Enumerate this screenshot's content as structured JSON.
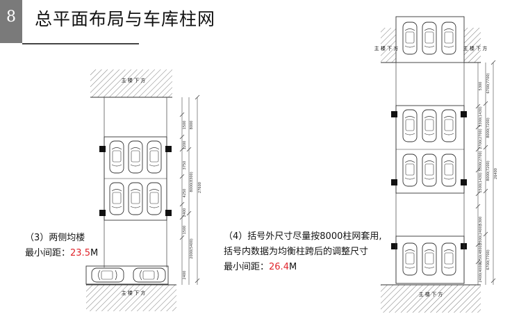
{
  "header": {
    "slide_number": "8",
    "title": "总平面布局与车库柱网"
  },
  "left_plan": {
    "building_label_top": "主 楼 下 方",
    "building_label_bottom": "主 楼 下 方",
    "dims_inner": [
      "1500",
      "1200",
      "3750",
      "4250",
      "2400",
      "1500",
      "2400"
    ],
    "dims_middle": [
      "8000",
      "8000(8300)",
      "2000(5400)"
    ],
    "dims_outer": [
      "27600"
    ],
    "caption_line1": "（3）两侧均楼",
    "caption_line2_prefix": "最小间距：",
    "caption_line2_value": "23.5",
    "caption_line2_unit": "M"
  },
  "right_plan": {
    "building_label_top_left": "主 楼 下 方",
    "building_label_top_right": "主 楼 下 方",
    "building_label_bottom": "主 楼 下 方",
    "dims_inner": [
      "5300",
      "5300(1430)",
      "2700(2700)",
      "5300(2700)",
      "1500(1430)",
      "5300",
      "5300(2400)",
      "4250(4800)",
      "2400(4000)"
    ],
    "dims_middle": [
      "6700(7700)",
      "8000(7200)",
      "8000(7200)",
      "6700(7700)"
    ],
    "dims_outer": [
      "26400"
    ],
    "caption_line1": "（4）括号外尺寸尽量按8000柱网套用,",
    "caption_line2": "括号内数据为均衡柱跨后的调整尺寸",
    "caption_line3_prefix": "最小间距：",
    "caption_line3_value": "26.4",
    "caption_line3_unit": "M"
  },
  "colors": {
    "accent_red": "#e0242b",
    "slide_number_bg": "#7a7a7a"
  }
}
